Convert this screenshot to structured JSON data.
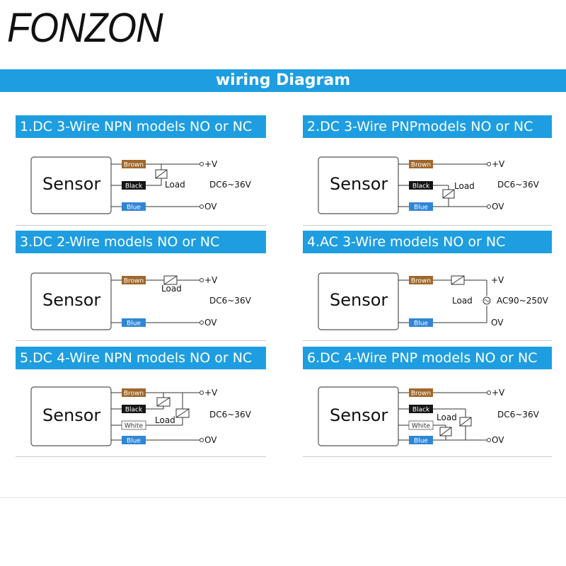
{
  "brand": {
    "logo": "FONZON"
  },
  "banner": {
    "title": "wiring Diagram"
  },
  "sections": [
    {
      "title": "1.DC 3-Wire NPN models NO or NC",
      "sensor": "Sensor",
      "wires": [
        "Brown",
        "Black",
        "Blue"
      ],
      "terminals": [
        "+V",
        "OV"
      ],
      "load": "Load",
      "supply": "DC6~36V"
    },
    {
      "title": "2.DC 3-Wire PNPmodels NO or NC",
      "sensor": "Sensor",
      "wires": [
        "Brown",
        "Black",
        "Blue"
      ],
      "terminals": [
        "+V",
        "OV"
      ],
      "load": "Load",
      "supply": "DC6~36V"
    },
    {
      "title": "3.DC 2-Wire models NO or NC",
      "sensor": "Sensor",
      "wires": [
        "Brown",
        "Blue"
      ],
      "terminals": [
        "+V",
        "OV"
      ],
      "load": "Load",
      "supply": "DC6~36V"
    },
    {
      "title": "4.AC 3-Wire  models NO or NC",
      "sensor": "Sensor",
      "wires": [
        "Brown",
        "Blue"
      ],
      "terminals": [
        "+V",
        "OV"
      ],
      "load": "Load",
      "supply": "AC90~250V"
    },
    {
      "title": "5.DC 4-Wire NPN models NO or NC",
      "sensor": "Sensor",
      "wires": [
        "Brown",
        "Black",
        "White",
        "Blue"
      ],
      "terminals": [
        "+V",
        "OV"
      ],
      "load": "Load",
      "supply": "DC6~36V"
    },
    {
      "title": "6.DC 4-Wire PNP models NO or NC",
      "sensor": "Sensor",
      "wires": [
        "Brown",
        "Black",
        "White",
        "Blue"
      ],
      "terminals": [
        "+V",
        "OV"
      ],
      "load": "Load",
      "supply": "DC6~36V"
    }
  ],
  "colors": {
    "accent": "#1e9ee0",
    "brown": "#a0672a",
    "black": "#151515",
    "blue": "#2f86d6",
    "white_wire": "#ffffff"
  }
}
